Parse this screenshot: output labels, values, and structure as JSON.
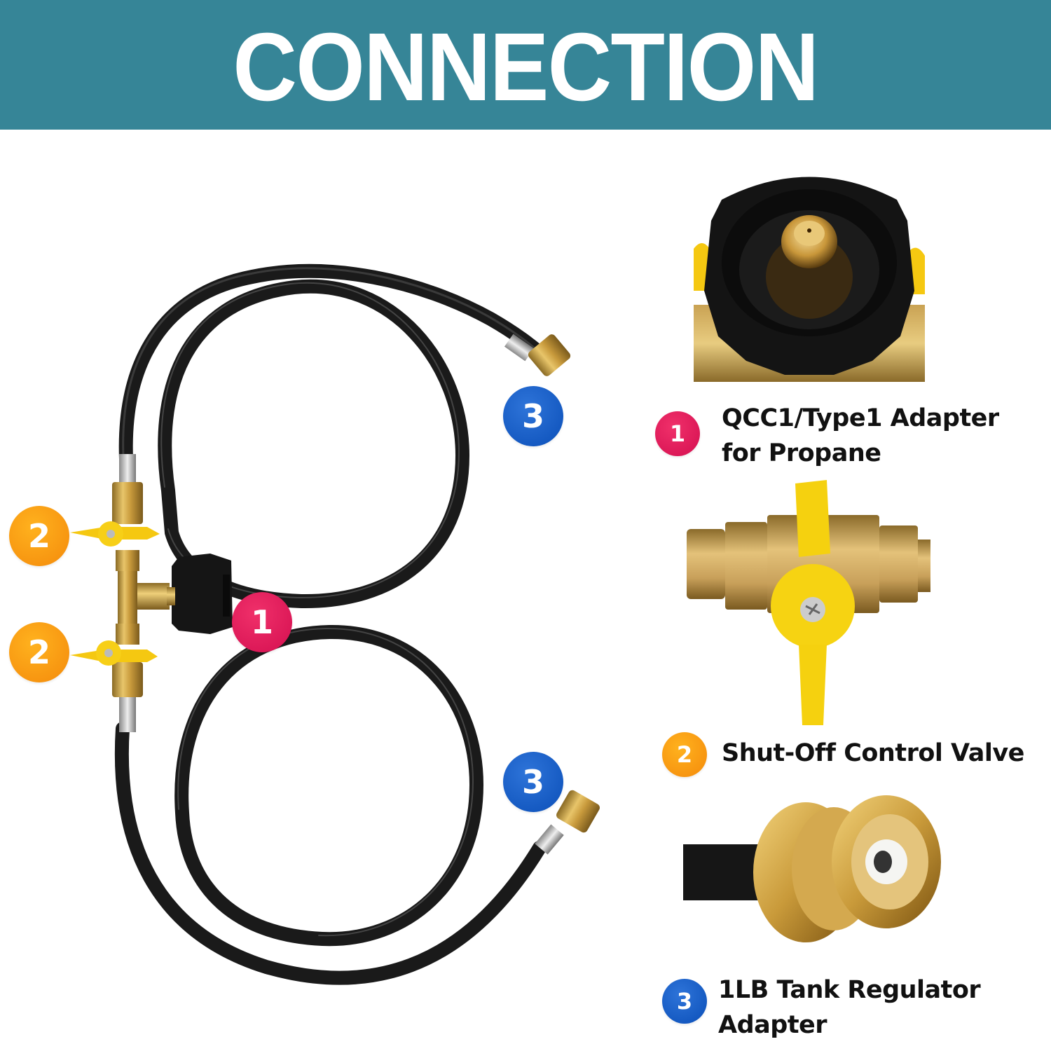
{
  "banner": {
    "title": "CONNECTION",
    "background_color": "#368597",
    "text_color": "#ffffff"
  },
  "product_diagram": {
    "description": "Propane tee with two shut-off valves, QCC1 adapter and two hoses ending in 1LB tank adapters",
    "badges": [
      {
        "number": "1",
        "color": "#e0185a",
        "target": "QCC1/Type1 Adapter"
      },
      {
        "number": "2",
        "color": "#f7990f",
        "target": "Shut-Off Control Valve (upper)"
      },
      {
        "number": "2",
        "color": "#f7990f",
        "target": "Shut-Off Control Valve (lower)"
      },
      {
        "number": "3",
        "color": "#1560c6",
        "target": "1LB Tank Regulator Adapter (upper hose)"
      },
      {
        "number": "3",
        "color": "#1560c6",
        "target": "1LB Tank Regulator Adapter (lower hose)"
      }
    ]
  },
  "legend": {
    "items": [
      {
        "number": "1",
        "line1": "QCC1/Type1 Adapter",
        "line2": "for Propane",
        "color": "#e0185a",
        "photo": "qcc1-adapter-closeup"
      },
      {
        "number": "2",
        "line1": "Shut-Off Control Valve",
        "line2": "",
        "color": "#f7990f",
        "photo": "shut-off-valve-closeup"
      },
      {
        "number": "3",
        "line1": "1LB Tank Regulator",
        "line2": "Adapter",
        "color": "#1560c6",
        "photo": "1lb-tank-adapter-closeup"
      }
    ]
  }
}
